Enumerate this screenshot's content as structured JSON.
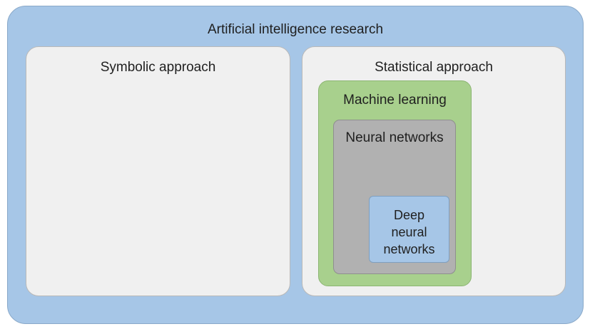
{
  "diagram": {
    "outer": {
      "label": "Artificial intelligence research"
    },
    "symbolic": {
      "label": "Symbolic approach"
    },
    "statistical": {
      "label": "Statistical approach"
    },
    "machine_learning": {
      "label": "Machine learning"
    },
    "neural_networks": {
      "label": "Neural networks"
    },
    "deep_neural_networks": {
      "label": "Deep\nneural\nnetworks"
    }
  },
  "colors": {
    "outer_fill": "#a6c6e7",
    "panel_fill": "#f0f0f0",
    "machine_learning_fill": "#a8d08d",
    "neural_networks_fill": "#b1b1b1",
    "deep_neural_networks_fill": "#a6c6e7"
  }
}
